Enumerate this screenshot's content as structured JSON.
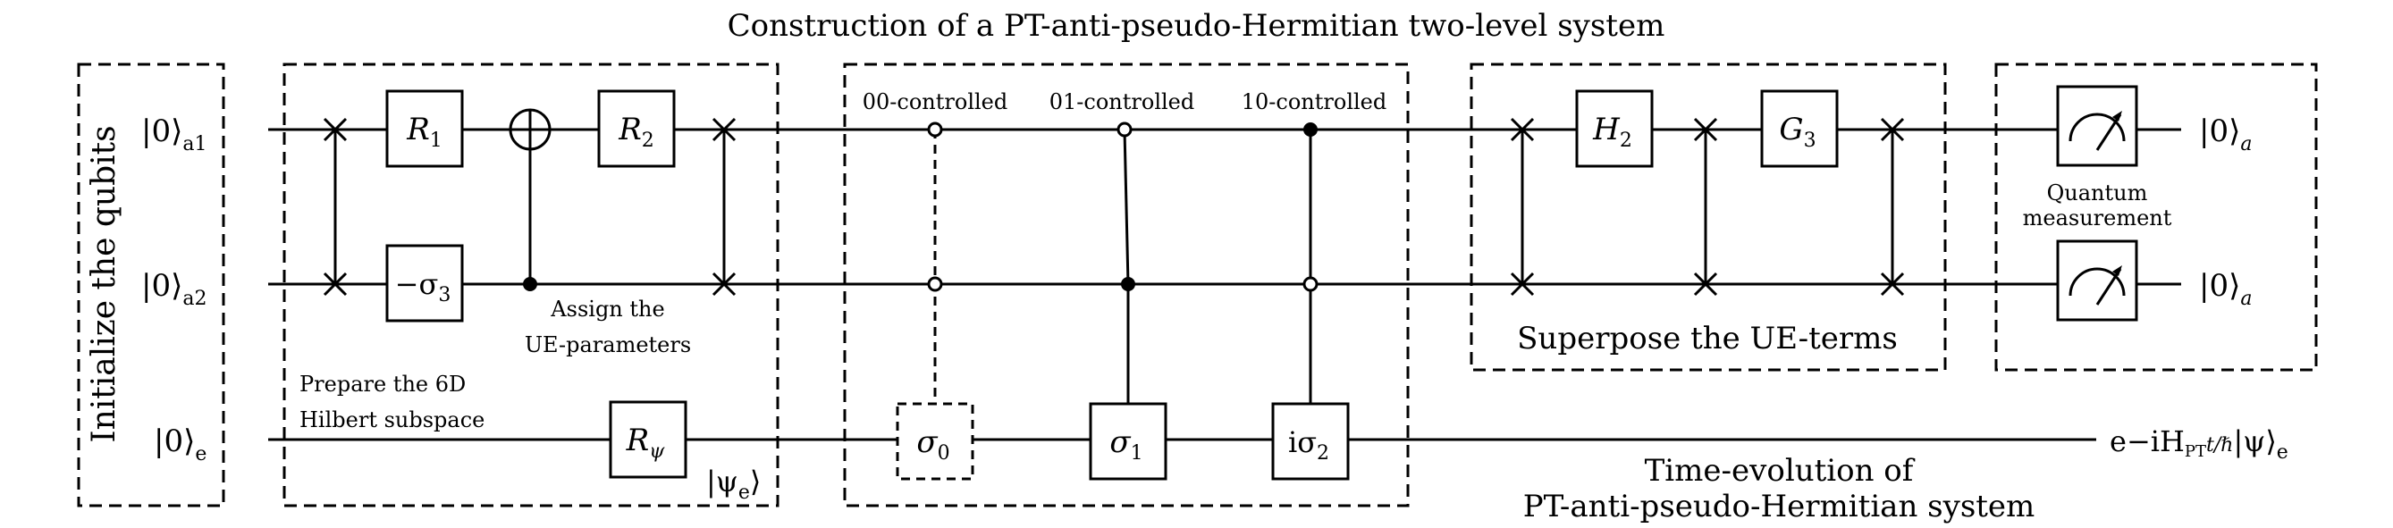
{
  "title": "Construction of a PT-anti-pseudo-Hermitian two-level system",
  "sections": {
    "init": "Initialize the qubits",
    "prepare_line1": "Prepare the 6D",
    "prepare_line2": "Hilbert subspace",
    "assign_line1": "Assign the",
    "assign_line2": "UE-parameters",
    "superpose": "Superpose the UE-terms",
    "measure_line1": "Quantum",
    "measure_line2": "measurement",
    "time_line1": "Time-evolution of",
    "time_line2": "PT-anti-pseudo-Hermitian system"
  },
  "inputs": {
    "a1_ket": "|0⟩",
    "a1_sub": "a1",
    "a2_ket": "|0⟩",
    "a2_sub": "a2",
    "e_ket": "|0⟩",
    "e_sub": "e"
  },
  "outputs": {
    "a1_ket": "|0⟩",
    "a1_sub": "a",
    "a2_ket": "|0⟩",
    "a2_sub": "a",
    "e_out": "e−iH",
    "e_out_sub": "PT",
    "e_out_rest": "t/ℏ",
    "e_out_psi": "|ψ⟩",
    "e_out_psi_sub": "e"
  },
  "gates": {
    "R1": "R",
    "R1_sub": "1",
    "R2": "R",
    "R2_sub": "2",
    "neg_sigma3": "−σ",
    "neg_sigma3_sub": "3",
    "Rpsi": "R",
    "Rpsi_sub": "ψ",
    "sigma0": "σ",
    "sigma0_sub": "0",
    "sigma1": "σ",
    "sigma1_sub": "1",
    "isigma2": "iσ",
    "isigma2_sub": "2",
    "H2": "H",
    "H2_sub": "2",
    "G3": "G",
    "G3_sub": "3"
  },
  "psi_e": "|ψ",
  "psi_e_sub": "e",
  "psi_e_close": "⟩",
  "controls": {
    "c00": "00-controlled",
    "c01": "01-controlled",
    "c10": "10-controlled"
  }
}
